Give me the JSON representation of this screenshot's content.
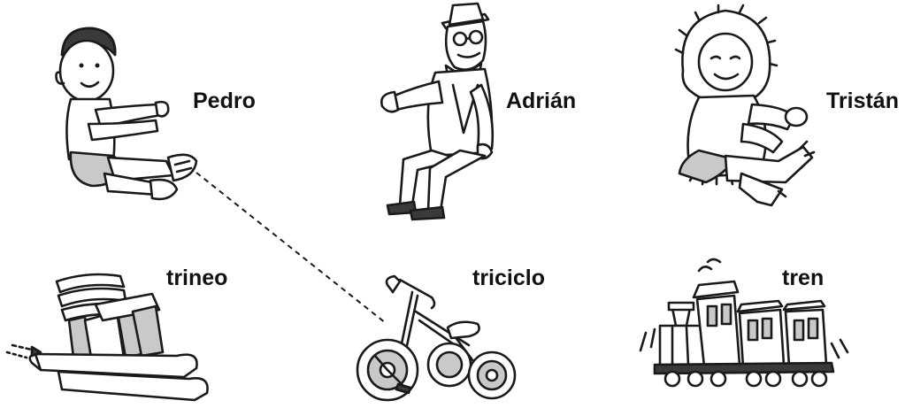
{
  "people": [
    {
      "name": "Pedro"
    },
    {
      "name": "Adrián"
    },
    {
      "name": "Tristán"
    }
  ],
  "vehicles": [
    {
      "name": "trineo"
    },
    {
      "name": "triciclo"
    },
    {
      "name": "tren"
    }
  ],
  "connections": [
    {
      "from": "Pedro",
      "to": "triciclo",
      "style": "dashed"
    }
  ],
  "colors": {
    "ink": "#1a1a1a",
    "shade": "#c9c9c9",
    "background": "#ffffff"
  }
}
